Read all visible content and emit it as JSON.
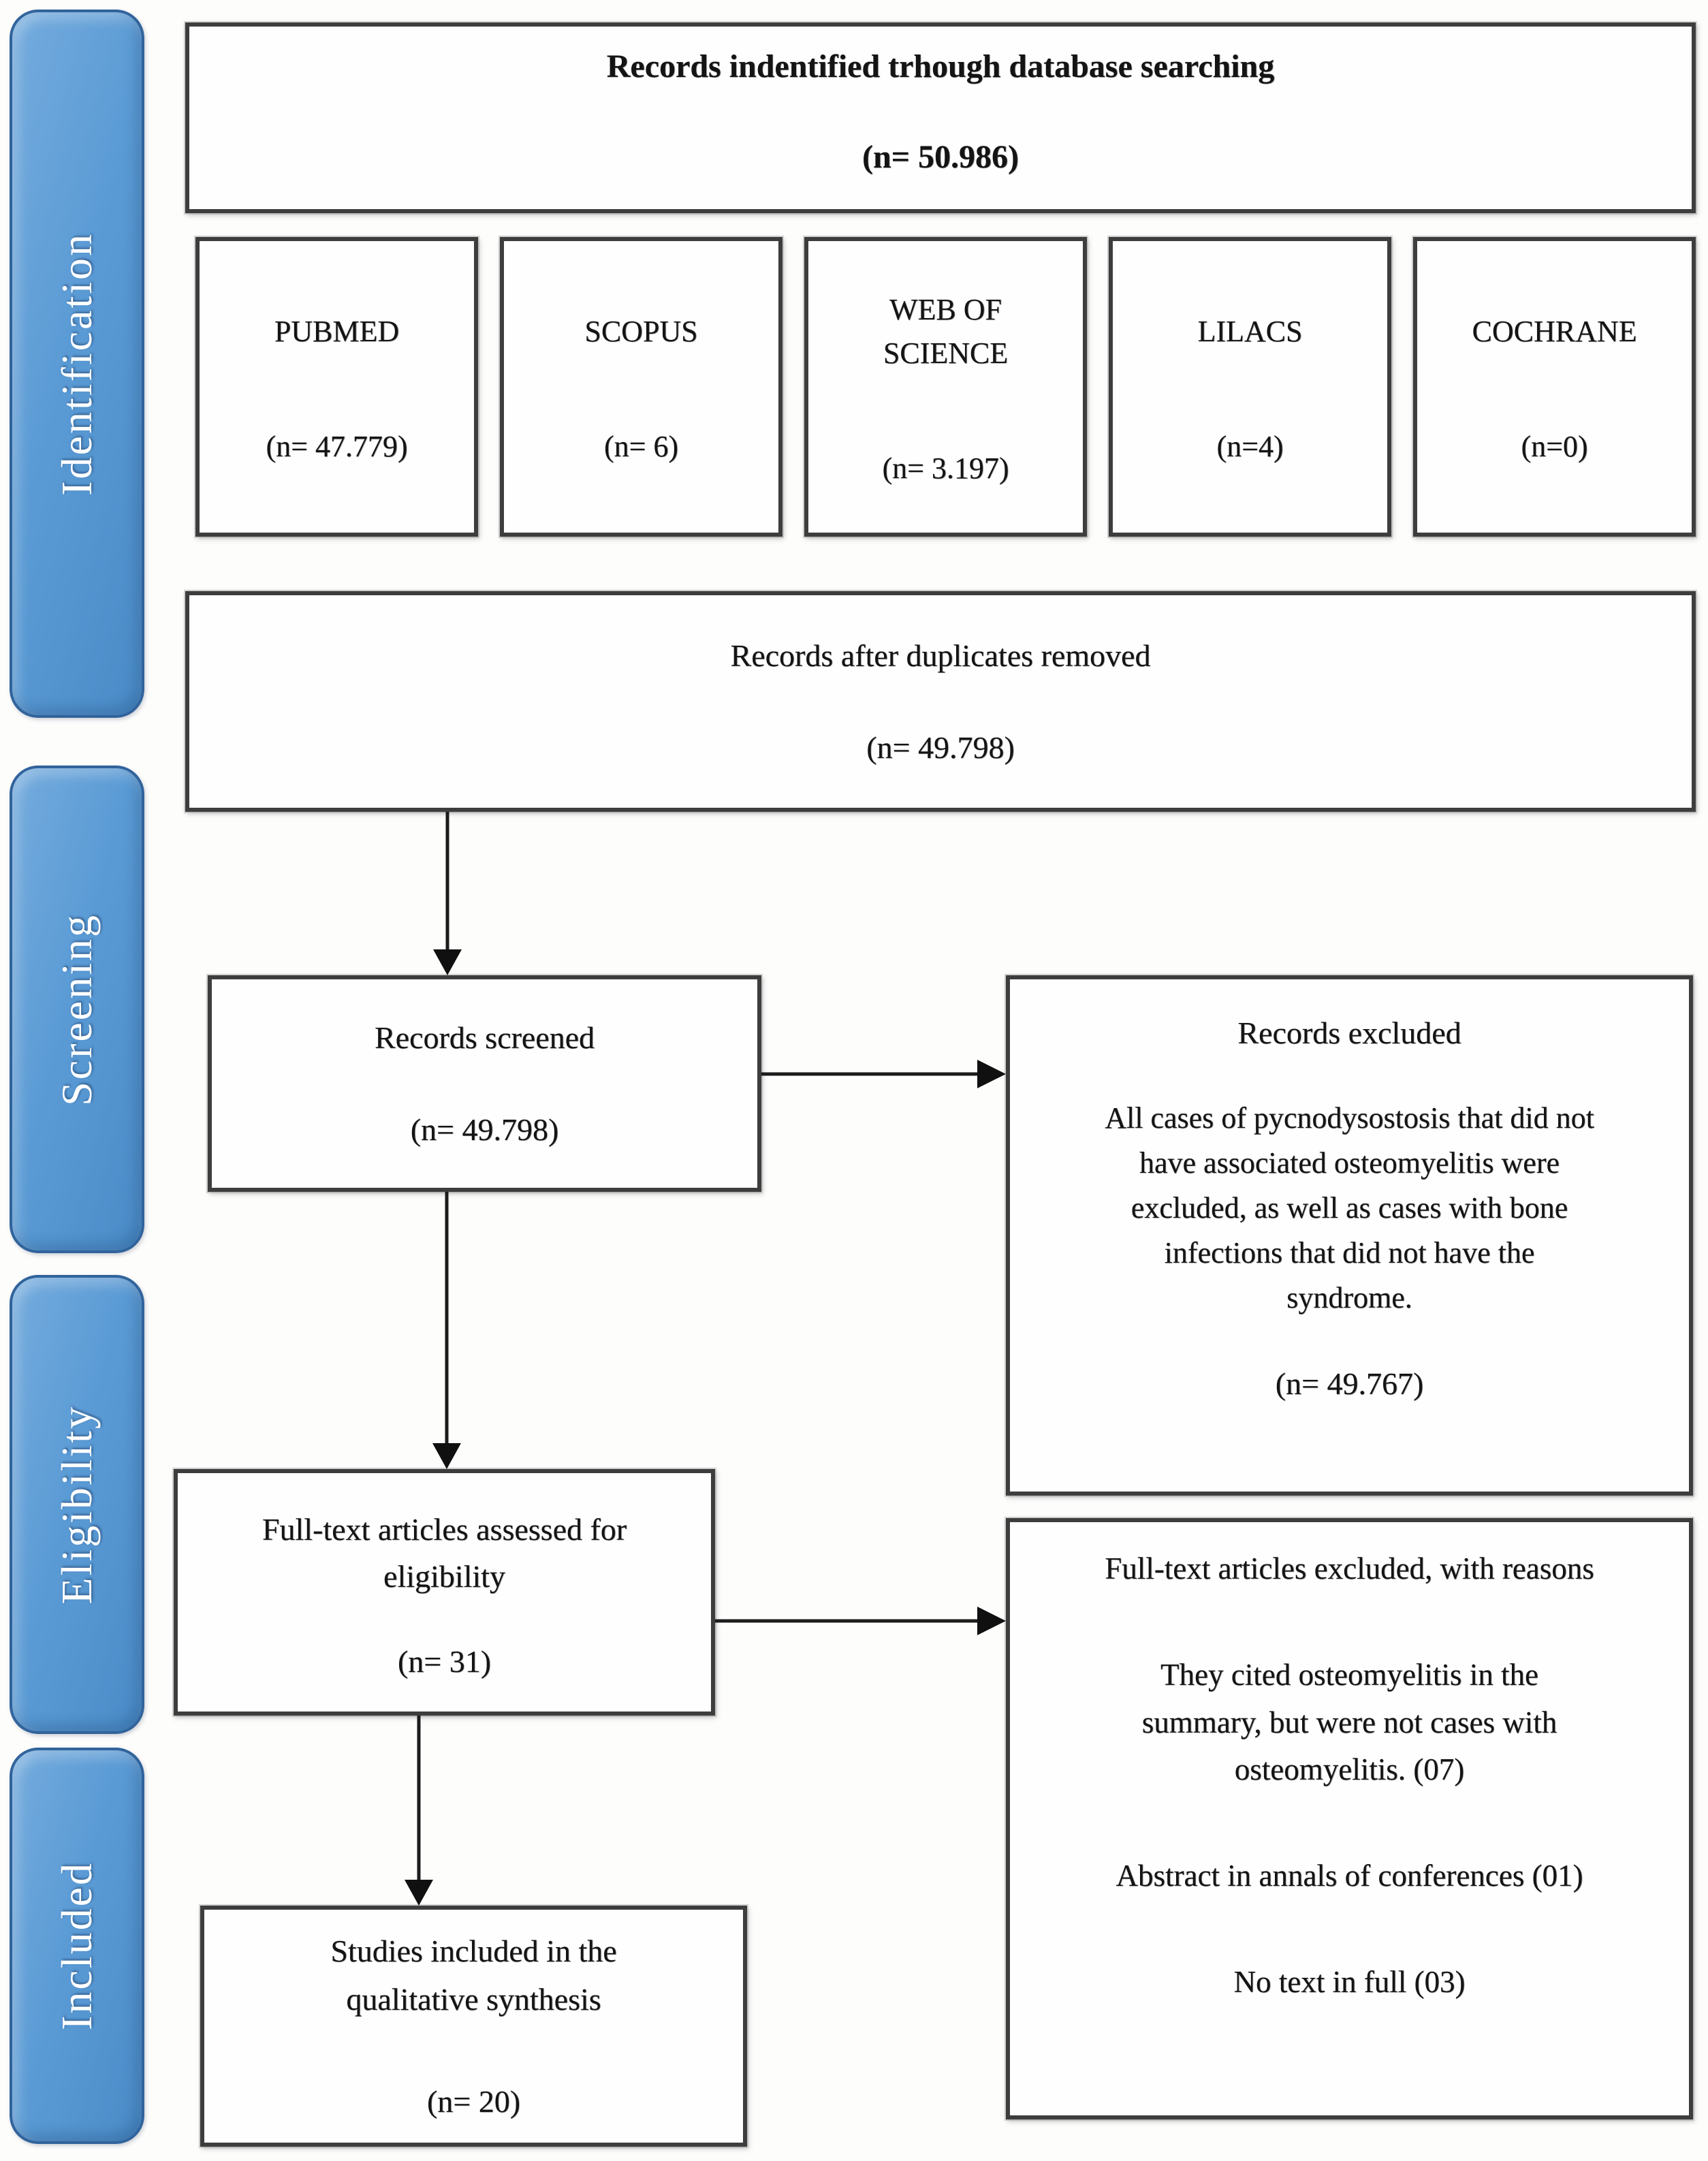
{
  "diagram": {
    "stages": [
      {
        "label": "Identification"
      },
      {
        "label": "Screening"
      },
      {
        "label": "Eligibility"
      },
      {
        "label": "Included"
      }
    ],
    "boxes": {
      "identified": {
        "title": "Records indentified trhough database searching",
        "count": "(n= 50.986)"
      },
      "databases": [
        {
          "name": "PUBMED",
          "count": "(n= 47.779)"
        },
        {
          "name": "SCOPUS",
          "count": "(n= 6)"
        },
        {
          "name": "WEB OF SCIENCE",
          "count": "(n= 3.197)"
        },
        {
          "name": "LILACS",
          "count": "(n=4)"
        },
        {
          "name": "COCHRANE",
          "count": "(n=0)"
        }
      ],
      "deduplicated": {
        "title": "Records after duplicates removed",
        "count": "(n= 49.798)"
      },
      "screened": {
        "title": "Records screened",
        "count": "(n= 49.798)"
      },
      "records_excluded": {
        "title": "Records excluded",
        "body": "All cases of pycnodysostosis that did not have associated osteomyelitis were excluded, as well as cases with bone infections that did not have the syndrome.",
        "count": "(n= 49.767)"
      },
      "fulltext_assessed": {
        "title": "Full-text articles assessed for eligibility",
        "count": "(n= 31)"
      },
      "fulltext_excluded": {
        "title": "Full-text articles excluded, with reasons",
        "reasons": [
          {
            "text": "They cited osteomyelitis in the summary, but were not cases with osteomyelitis. (07)"
          },
          {
            "text": "Abstract in annals of conferences (01)"
          },
          {
            "text": "No text in full (03)"
          }
        ]
      },
      "included": {
        "title": "Studies included in the qualitative synthesis",
        "count": "(n= 20)"
      }
    },
    "colors": {
      "stage_fill": "#5b9bd5",
      "stage_border": "#31639c",
      "stage_text": "#ffffff",
      "box_border": "#3d3d3d",
      "arrow": "#1c1c1c",
      "text": "#141414"
    }
  }
}
